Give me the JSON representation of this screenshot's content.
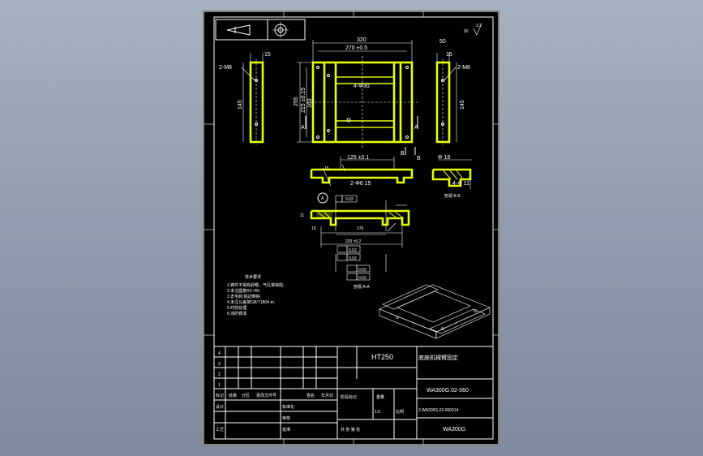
{
  "drawing": {
    "title": "底座机械臂固定",
    "material": "HT250",
    "drawing_number": "WA300G.02-060",
    "assembly_number": "2.WA300G.02.060014",
    "product": "WA300G",
    "scale": "1:5"
  },
  "dimensions": {
    "overall_width": "320",
    "hole_spacing_width": "270 ±0.5",
    "overall_height": "255",
    "hole_spacing_height": "215 ±0.15",
    "inner_height": "163",
    "center_hole": "4-Φ30",
    "side_hole_left": "2-M8",
    "side_hole_right": "2-M8",
    "side_length": "145",
    "side_width": "15",
    "top_width": "50",
    "slot_width": "125 ±0.1",
    "slot_holes": "2-Φ6 15",
    "dia_detail": "Φ 18",
    "detail_depth": "4-Φ 11",
    "bottom_170": "170",
    "bottom_220": "220 ±0.2",
    "bottom_15": "15",
    "section_a_15": "15",
    "section_a_11": "11"
  },
  "labels": {
    "section_a": "A",
    "section_b": "B",
    "section_bb_caption": "剖视 B-B",
    "section_aa_caption": "剖视 A-A",
    "detail_callout": "A",
    "roughness_corner": "3.2",
    "rough_corner_50": "50"
  },
  "tolerances": {
    "flatness_top": "0.02",
    "flatness_mid": "0.02",
    "parallel_1": "0.02",
    "parallel_2": "0.02",
    "parallel_3": "0.02",
    "parallel_4": "0.02"
  },
  "notes": {
    "heading": "技术要求",
    "lines": [
      "1.铸件不得有砂眼、气孔等缺陷.",
      "2.未注圆角R3~R5.",
      "3.去毛刺,锐边倒钝.",
      "4.未注公差按GB/T1804-m.",
      "5.时效处理.",
      "6.涂防锈漆."
    ]
  },
  "title_block": {
    "revision_rows": [
      "4",
      "3",
      "2",
      "1"
    ],
    "headers": [
      "标记",
      "处数",
      "分区",
      "更改文件号",
      "签名",
      "年月日"
    ],
    "design_row": [
      "设计",
      "标准化"
    ],
    "review_row": [
      "审核"
    ],
    "process_row": [
      "工艺",
      "批准"
    ],
    "stage_label": "阶段标记",
    "weight_label": "重量",
    "scale_label": "比例",
    "sheet_label": "共 张 第 张"
  }
}
